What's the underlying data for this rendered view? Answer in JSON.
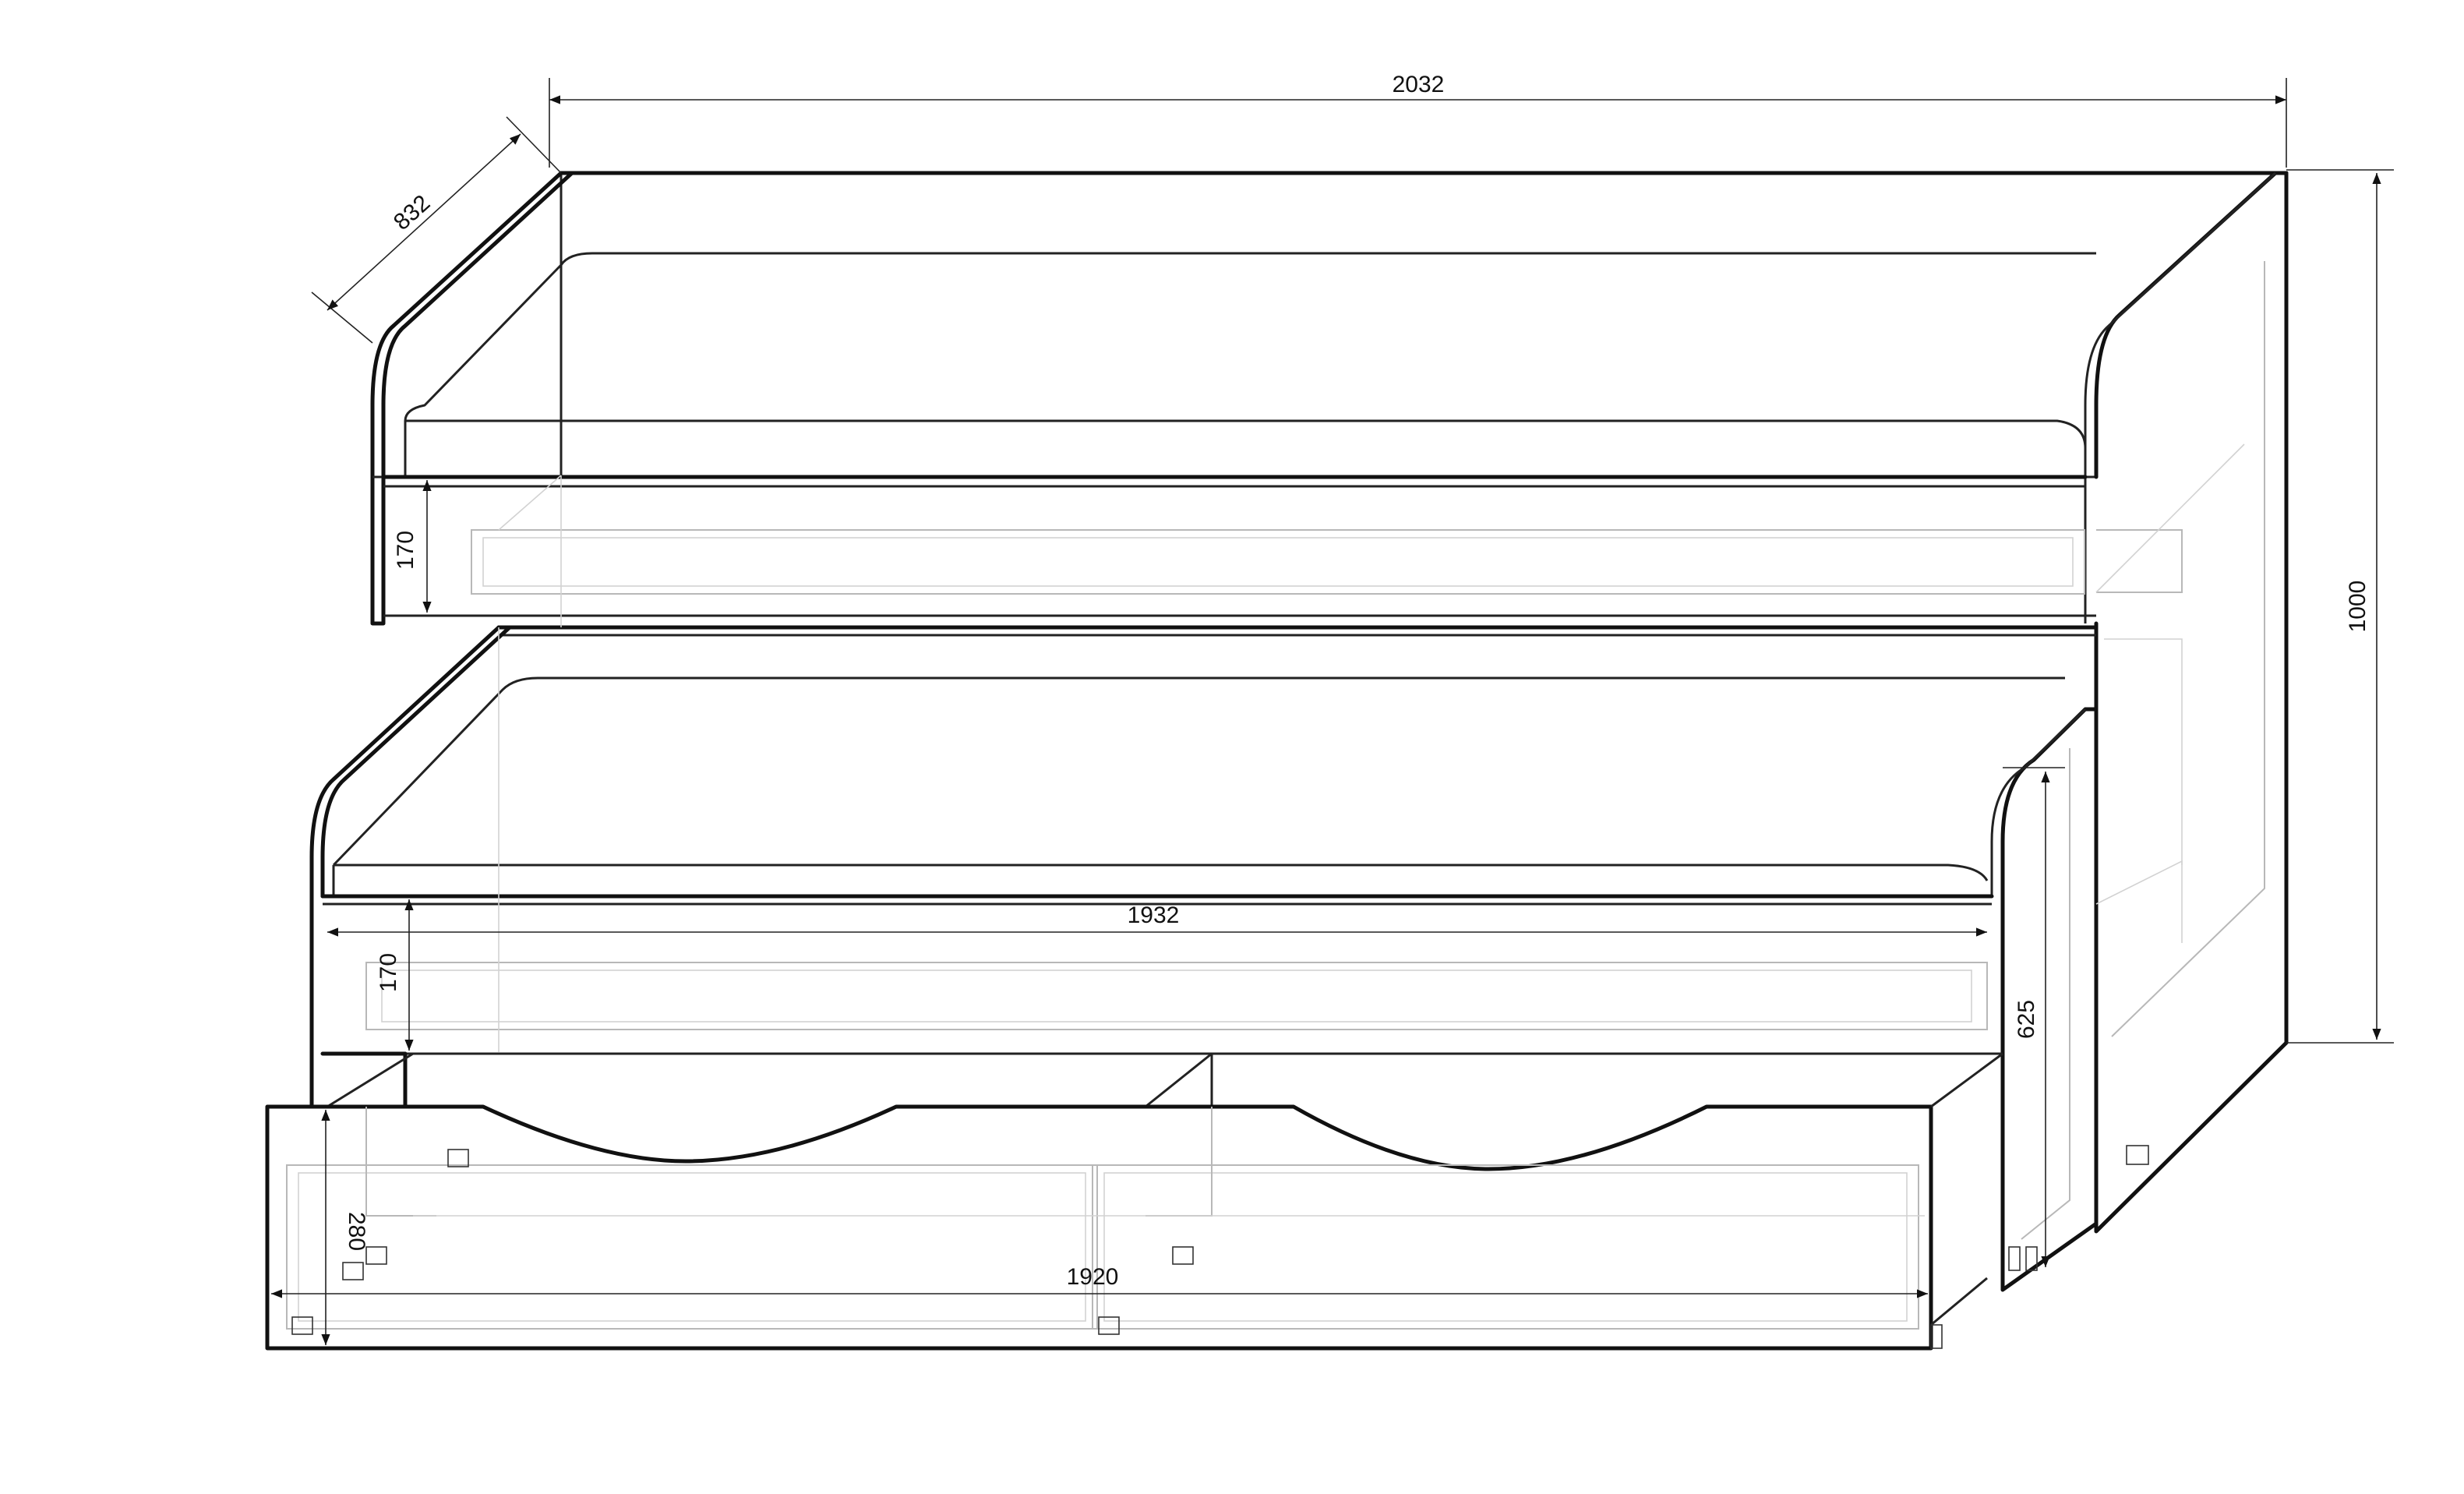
{
  "dimensions": {
    "overall_length": "2032",
    "depth": "832",
    "overall_height": "1000",
    "upper_side_height": "170",
    "lower_bed_length": "1932",
    "lower_side_height": "170",
    "lower_bed_height": "625",
    "drawer_height": "280",
    "drawer_length": "1920"
  }
}
